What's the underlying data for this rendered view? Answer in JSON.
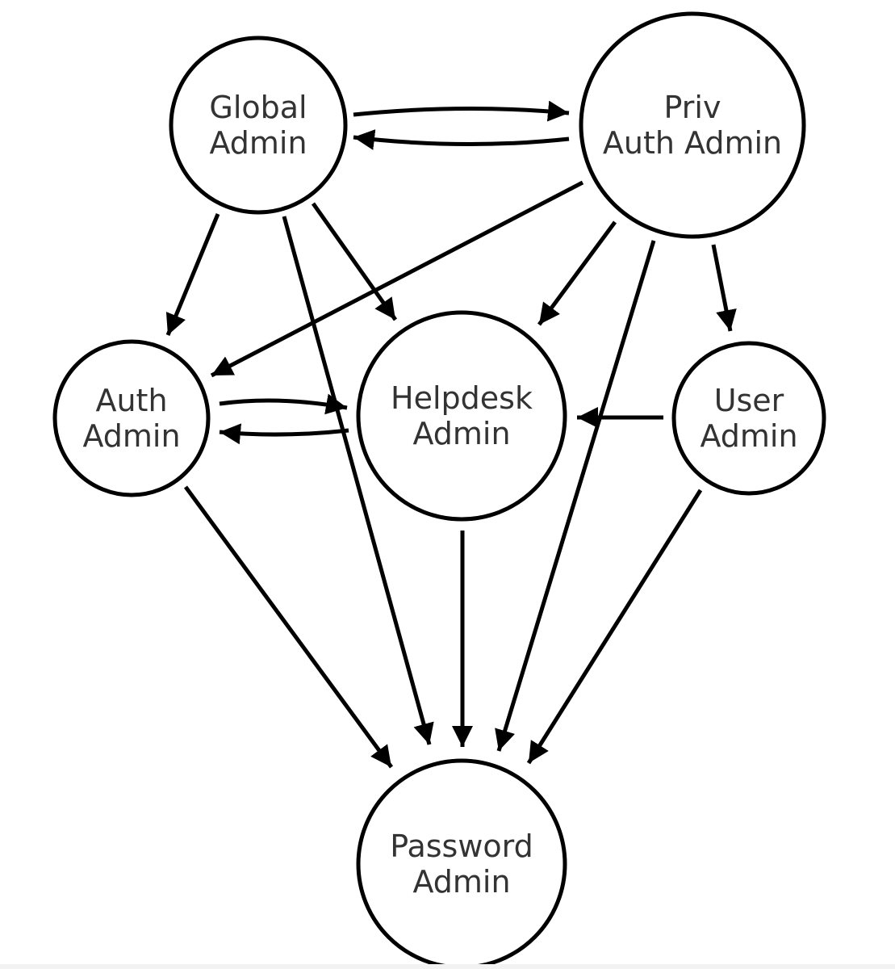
{
  "diagram": {
    "nodes": [
      {
        "id": "global",
        "lines": [
          "Global",
          "Admin"
        ]
      },
      {
        "id": "priv",
        "lines": [
          "Priv",
          "Auth Admin"
        ]
      },
      {
        "id": "auth",
        "lines": [
          "Auth",
          "Admin"
        ]
      },
      {
        "id": "helpdesk",
        "lines": [
          "Helpdesk",
          "Admin"
        ]
      },
      {
        "id": "user",
        "lines": [
          "User",
          "Admin"
        ]
      },
      {
        "id": "password",
        "lines": [
          "Password",
          "Admin"
        ]
      }
    ],
    "edges": [
      {
        "from": "global",
        "to": "priv"
      },
      {
        "from": "priv",
        "to": "global"
      },
      {
        "from": "global",
        "to": "auth"
      },
      {
        "from": "global",
        "to": "helpdesk"
      },
      {
        "from": "global",
        "to": "password"
      },
      {
        "from": "priv",
        "to": "auth"
      },
      {
        "from": "priv",
        "to": "helpdesk"
      },
      {
        "from": "priv",
        "to": "user"
      },
      {
        "from": "priv",
        "to": "password"
      },
      {
        "from": "auth",
        "to": "helpdesk"
      },
      {
        "from": "helpdesk",
        "to": "auth"
      },
      {
        "from": "user",
        "to": "helpdesk"
      },
      {
        "from": "auth",
        "to": "password"
      },
      {
        "from": "helpdesk",
        "to": "password"
      },
      {
        "from": "user",
        "to": "password"
      }
    ]
  }
}
